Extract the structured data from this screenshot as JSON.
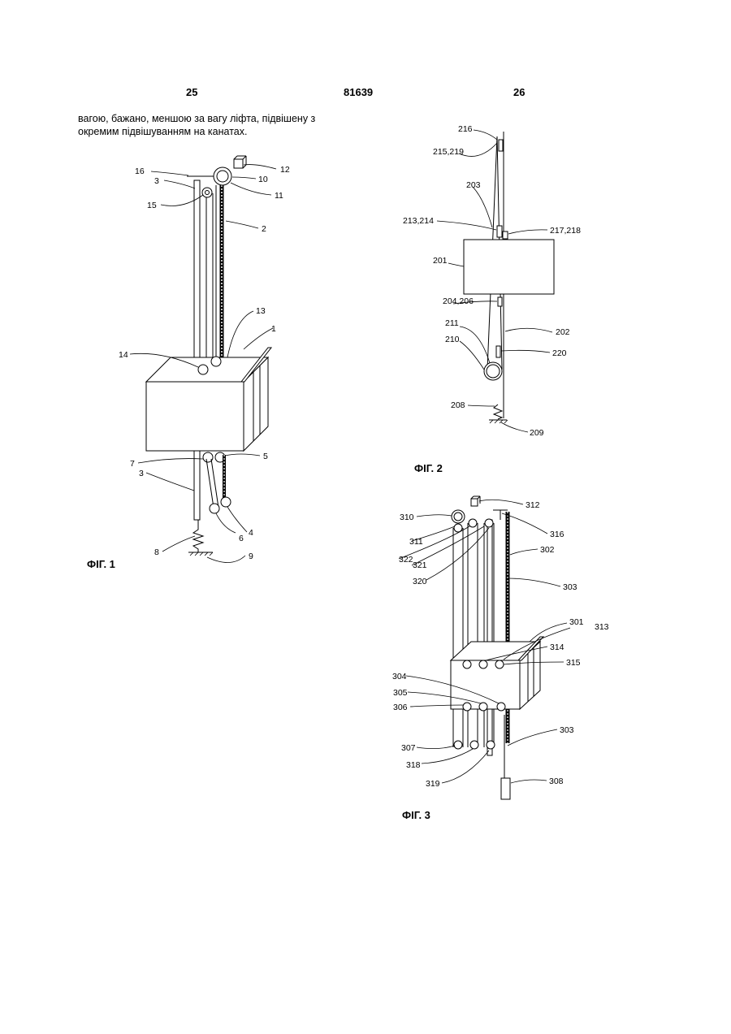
{
  "header": {
    "page_left": "25",
    "patent_number": "81639",
    "page_right": "26"
  },
  "body_text": {
    "line1": "вагою, бажано, меншою за вагу ліфта, підвішену з",
    "line2": "окремим підвішуванням на канатах."
  },
  "fig1": {
    "caption": "ФІГ. 1",
    "labels": {
      "l1": "1",
      "l2": "2",
      "l3a": "3",
      "l3b": "3",
      "l4": "4",
      "l5": "5",
      "l6": "6",
      "l7": "7",
      "l8": "8",
      "l9": "9",
      "l10": "10",
      "l11": "11",
      "l12": "12",
      "l13": "13",
      "l14": "14",
      "l15": "15",
      "l16": "16"
    }
  },
  "fig2": {
    "caption": "ФІГ. 2",
    "labels": {
      "l216": "216",
      "l215": "215,219",
      "l203": "203",
      "l213": "213,214",
      "l217": "217,218",
      "l201": "201",
      "l204": "204,206",
      "l211": "211",
      "l202": "202",
      "l210": "210",
      "l220": "220",
      "l208": "208",
      "l209": "209"
    }
  },
  "fig3": {
    "caption": "ФІГ. 3",
    "labels": {
      "l312": "312",
      "l310": "310",
      "l316": "316",
      "l311": "311",
      "l322": "322",
      "l321": "321",
      "l302": "302",
      "l320": "320",
      "l303a": "303",
      "l301": "301",
      "l313": "313",
      "l314": "314",
      "l315": "315",
      "l304": "304",
      "l305": "305",
      "l306": "306",
      "l303b": "303",
      "l307": "307",
      "l318": "318",
      "l319": "319",
      "l308": "308"
    }
  }
}
